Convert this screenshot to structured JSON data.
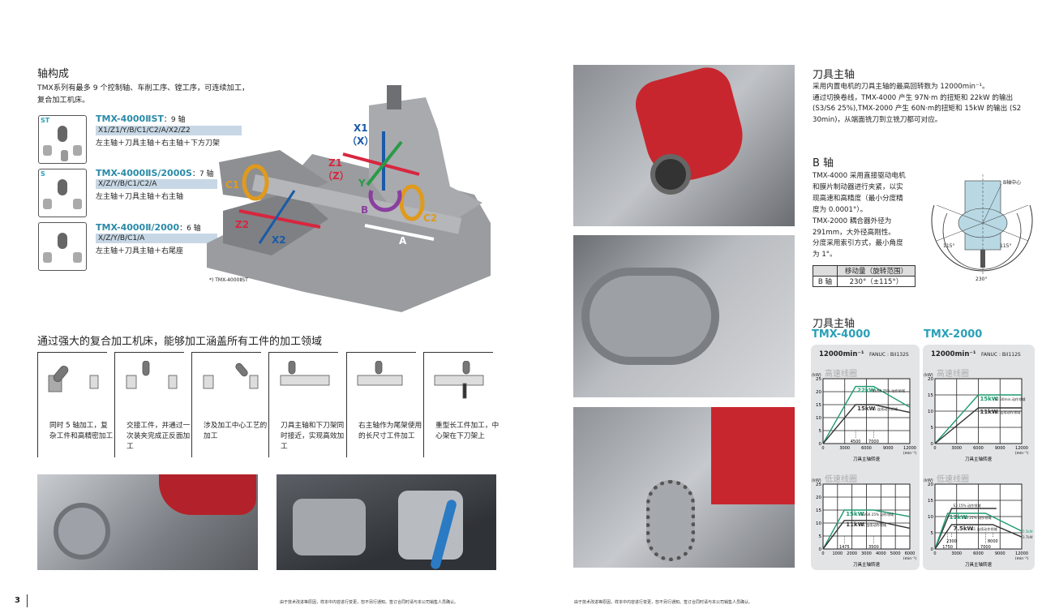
{
  "left": {
    "heading": "轴构成",
    "intro": [
      "TMX系列有最多 9 个控制轴、车削工序、镗工序，可连续加工，",
      "复合加工机床。"
    ],
    "models": [
      {
        "tag": "ST",
        "name": "TMX-4000ⅡST",
        "count": "：9 轴",
        "axes": "X1/Z1/Y/B/C1/C2/A/X2/Z2",
        "desc": "左主轴＋刀具主轴＋右主轴＋下方刀架"
      },
      {
        "tag": "S",
        "name": "TMX-4000ⅡS/2000S",
        "count": "：7 轴",
        "axes": "X/Z/Y/B/C1/C2/A",
        "desc": "左主轴＋刀具主轴＋右主轴"
      },
      {
        "tag": "",
        "name": "TMX-4000Ⅱ/2000",
        "count": "：6 轴",
        "axes": "X/Z/Y/B/C1/A",
        "desc": "左主轴＋刀具主轴＋右尾座"
      }
    ],
    "machine_labels": {
      "x1": "X1",
      "x": "（X）",
      "z1": "Z1",
      "z": "（Z）",
      "y": "Y",
      "b": "B",
      "c1": "C1",
      "c2": "C2",
      "z2": "Z2",
      "x2": "X2",
      "a": "A"
    },
    "machine_note": "*) TMX-4000ⅡST",
    "ops_heading": "通过强大的复合加工机床，能够加工涵盖所有工件的加工领域",
    "ops": [
      "同时 5 轴加工，复杂工件和高精密加工",
      "交接工件，并通过一次装夹完成正反面加工",
      "涉及加工中心工艺的加工",
      "刀具主轴和下刀架同时接近，实现高效加工",
      "右主轴作为尾架使用的长尺寸工件加工",
      "重型长工件加工，中心架在下刀架上"
    ],
    "page_number": "3",
    "footer": "由于技术改进等原因，样本中内容进行变更，恕不另行通知。签订合同时请与本公司销售人员确认。"
  },
  "right": {
    "spindle_heading": "刀具主轴",
    "spindle_text": [
      "采用内置电机的刀具主轴的最高回转数为 12000min⁻¹。",
      "通过切换卷线，TMX-4000 产生 97N·m 的扭矩和 22kW 的输出",
      "(S3/S6 25%),TMX-2000 产生 60N·m的扭矩和 15kW 的输出 (S2",
      "30min)，从端面铣刀到立铣刀都可对应。"
    ],
    "b_heading": "B 轴",
    "b_text": [
      "TMX-4000 采用直接驱动电机",
      "和膜片制动器进行夹紧，以实",
      "现高速和高精度（最小分度精",
      "度为 0.0001°）。",
      "TMX-2000 耦合器外径为",
      "291mm，大外径高刚性。",
      "分度采用索引方式，最小角度",
      "为 1°。"
    ],
    "b_table": {
      "header": "移动量（旋转范围）",
      "row_label": "B 轴",
      "row_value": "230°（±115°）"
    },
    "b_diagram": {
      "center": "B轴中心",
      "left": "115°",
      "right": "115°",
      "bottom": "230°"
    },
    "charts_heading": "刀具主轴",
    "footer": "由于技术改进等原因，样本中内容进行变更，恕不另行通知。签订合同时请与本公司销售人员确认。"
  },
  "chart_data": [
    {
      "model": "TMX-4000",
      "speed": "12000min⁻¹",
      "motor": "FANUC : BiI132S",
      "charts": [
        {
          "type": "line",
          "title": "高速线圈",
          "ylabel": "(kW)",
          "xlabel": "刀具主轴转速",
          "xunit": "(min⁻¹)",
          "xlim": [
            0,
            12000
          ],
          "ylim": [
            0,
            25
          ],
          "xticks": [
            0,
            3000,
            6000,
            9000,
            12000
          ],
          "yticks": [
            0,
            5,
            10,
            15,
            20,
            25
          ],
          "markers": [
            4500,
            7000
          ],
          "series": [
            {
              "name": "S3/S6 25% 动作领域",
              "value_label": "22kW",
              "color": "#1e9a6e",
              "x": [
                0,
                4500,
                7000,
                12000
              ],
              "y": [
                0,
                22,
                22,
                14
              ]
            },
            {
              "name": "S1 连续动作领域",
              "value_label": "15kW",
              "color": "#333333",
              "x": [
                0,
                4500,
                7000,
                12000
              ],
              "y": [
                0,
                15,
                15,
                12
              ]
            }
          ]
        },
        {
          "type": "line",
          "title": "低速线圈",
          "ylabel": "(kW)",
          "xlabel": "刀具主轴转速",
          "xunit": "(min⁻¹)",
          "xlim": [
            0,
            6000
          ],
          "ylim": [
            0,
            25
          ],
          "xticks": [
            0,
            1000,
            2000,
            3000,
            4000,
            5000,
            6000
          ],
          "yticks": [
            0,
            5,
            10,
            15,
            20,
            25
          ],
          "markers": [
            1475,
            3500
          ],
          "series": [
            {
              "name": "S3/S6 25% 动作领域",
              "value_label": "15kW",
              "color": "#1e9a6e",
              "x": [
                0,
                1475,
                3500,
                6000
              ],
              "y": [
                0,
                15,
                15,
                12.5
              ]
            },
            {
              "name": "S1 连续动作领域",
              "value_label": "11kW",
              "color": "#333333",
              "x": [
                0,
                1475,
                3500,
                6000
              ],
              "y": [
                0,
                11,
                11,
                8
              ]
            }
          ]
        }
      ]
    },
    {
      "model": "TMX-2000",
      "speed": "12000min⁻¹",
      "motor": "FANUC : BiI112S",
      "charts": [
        {
          "type": "line",
          "title": "高速线圈",
          "ylabel": "(kW)",
          "xlabel": "刀具主轴转速",
          "xunit": "(min⁻¹)",
          "xlim": [
            0,
            12000
          ],
          "ylim": [
            0,
            20
          ],
          "xticks": [
            0,
            3000,
            6000,
            9000,
            12000
          ],
          "yticks": [
            0,
            5,
            10,
            15,
            20
          ],
          "markers": [],
          "series": [
            {
              "name": "S2 30min.动作领域",
              "value_label": "15kW",
              "color": "#1e9a6e",
              "x": [
                0,
                6000,
                12000
              ],
              "y": [
                0,
                15,
                15
              ]
            },
            {
              "name": "S1 连续动作领域",
              "value_label": "11kW",
              "color": "#333333",
              "x": [
                0,
                6000,
                12000
              ],
              "y": [
                0,
                11,
                11
              ]
            }
          ]
        },
        {
          "type": "line",
          "title": "低速线圈",
          "ylabel": "(kW)",
          "xlabel": "刀具主轴转速",
          "xunit": "(min⁻¹)",
          "xlim": [
            0,
            12000
          ],
          "ylim": [
            0,
            20
          ],
          "xticks": [
            0,
            3000,
            6000,
            9000,
            12000
          ],
          "yticks": [
            0,
            5,
            10,
            15,
            20
          ],
          "markers": [
            1750,
            2300,
            7000,
            8000
          ],
          "series": [
            {
              "name": "S3 15% 动作领域",
              "value_label": "",
              "color": "#333333",
              "x": [
                0,
                2300,
                8500
              ],
              "y": [
                0,
                12.5,
                12.5
              ]
            },
            {
              "name": "S3 25% 动作领域",
              "value_label": "11kW",
              "color": "#1e9a6e",
              "x": [
                0,
                1750,
                7000,
                12000
              ],
              "y": [
                0,
                11,
                11,
                5.5
              ],
              "end_label": "5.5kW"
            },
            {
              "name": "S1 连续动作领域",
              "value_label": "7.5kW",
              "color": "#333333",
              "x": [
                0,
                2300,
                8000,
                12000
              ],
              "y": [
                0,
                7.5,
                7.5,
                3.7
              ],
              "end_label": "3.7kW"
            }
          ]
        }
      ]
    }
  ]
}
